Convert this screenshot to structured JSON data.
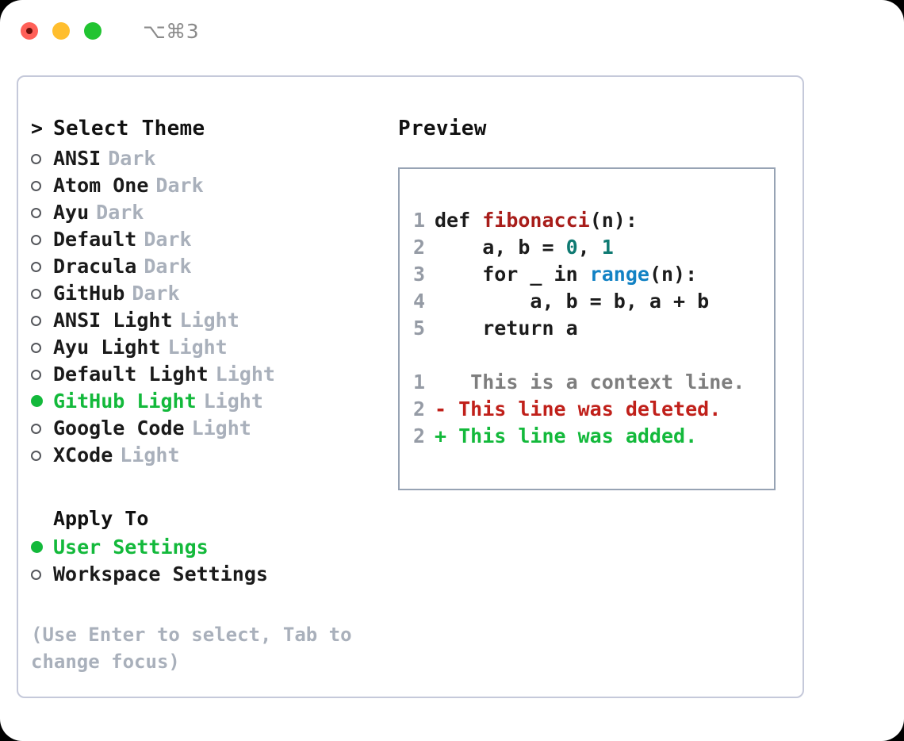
{
  "window": {
    "shortcut": "⌥⌘3",
    "traffic_lights": [
      "close-red",
      "minimize-yellow",
      "maximize-green"
    ],
    "colors": {
      "accent_green": "#13b93b",
      "muted": "#a9b0bb",
      "panel_border": "#c5c9da",
      "preview_border": "#97a3b4",
      "diff_delete": "#c0201a",
      "diff_add": "#13b93b",
      "code_function": "#a81d1a",
      "code_number": "#0f7a72",
      "code_call": "#1282c4"
    }
  },
  "theme_list": {
    "prompt": ">",
    "title": "Select Theme",
    "items": [
      {
        "name": "ANSI",
        "variant": "Dark",
        "selected": false
      },
      {
        "name": "Atom One",
        "variant": "Dark",
        "selected": false
      },
      {
        "name": "Ayu",
        "variant": "Dark",
        "selected": false
      },
      {
        "name": "Default",
        "variant": "Dark",
        "selected": false
      },
      {
        "name": "Dracula",
        "variant": "Dark",
        "selected": false
      },
      {
        "name": "GitHub",
        "variant": "Dark",
        "selected": false
      },
      {
        "name": "ANSI Light",
        "variant": "Light",
        "selected": false
      },
      {
        "name": "Ayu Light",
        "variant": "Light",
        "selected": false
      },
      {
        "name": "Default Light",
        "variant": "Light",
        "selected": false
      },
      {
        "name": "GitHub Light",
        "variant": "Light",
        "selected": true
      },
      {
        "name": "Google Code",
        "variant": "Light",
        "selected": false
      },
      {
        "name": "XCode",
        "variant": "Light",
        "selected": false
      }
    ]
  },
  "apply_to": {
    "title": "Apply To",
    "options": [
      {
        "label": "User Settings",
        "selected": true
      },
      {
        "label": "Workspace Settings",
        "selected": false
      }
    ]
  },
  "hint": "(Use Enter to select, Tab to change focus)",
  "preview": {
    "title": "Preview",
    "code_lines": [
      {
        "num": "1",
        "parts": [
          {
            "t": "def ",
            "c": "plain"
          },
          {
            "t": "fibonacci",
            "c": "fn"
          },
          {
            "t": "(n):",
            "c": "plain"
          }
        ]
      },
      {
        "num": "2",
        "parts": [
          {
            "t": "    a, b = ",
            "c": "plain"
          },
          {
            "t": "0",
            "c": "num"
          },
          {
            "t": ", ",
            "c": "plain"
          },
          {
            "t": "1",
            "c": "num"
          }
        ]
      },
      {
        "num": "3",
        "parts": [
          {
            "t": "    for _ in ",
            "c": "plain"
          },
          {
            "t": "range",
            "c": "call"
          },
          {
            "t": "(n):",
            "c": "plain"
          }
        ]
      },
      {
        "num": "4",
        "parts": [
          {
            "t": "        a, b = b, a + b",
            "c": "plain"
          }
        ]
      },
      {
        "num": "5",
        "parts": [
          {
            "t": "    return a",
            "c": "plain"
          }
        ]
      }
    ],
    "diff_lines": [
      {
        "num": "1",
        "sign": " ",
        "text": "  This is a context line.",
        "kind": "ctx"
      },
      {
        "num": "2",
        "sign": "-",
        "text": " This line was deleted.",
        "kind": "del"
      },
      {
        "num": "2",
        "sign": "+",
        "text": " This line was added.",
        "kind": "add"
      }
    ]
  }
}
